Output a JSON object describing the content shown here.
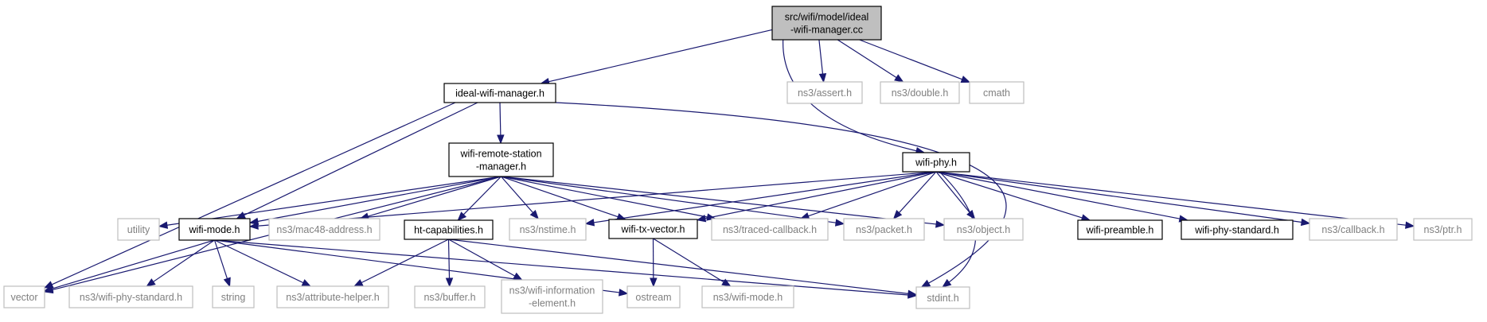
{
  "colors": {
    "edge": "#191970",
    "root_fill": "#bfbfbf",
    "root_border": "#000000",
    "documented_border": "#000000",
    "external_border": "#bfbfbf",
    "external_text": "#808080",
    "text": "#000000",
    "background": "#ffffff"
  },
  "graph": {
    "nodes": [
      {
        "id": "root",
        "kind": "root",
        "lines": [
          "src/wifi/model/ideal",
          "-wifi-manager.cc"
        ]
      },
      {
        "id": "ideal_mgr",
        "kind": "documented",
        "lines": [
          "ideal-wifi-manager.h"
        ]
      },
      {
        "id": "assert",
        "kind": "external",
        "lines": [
          "ns3/assert.h"
        ]
      },
      {
        "id": "double",
        "kind": "external",
        "lines": [
          "ns3/double.h"
        ]
      },
      {
        "id": "cmath",
        "kind": "external",
        "lines": [
          "cmath"
        ]
      },
      {
        "id": "wrsm",
        "kind": "documented",
        "lines": [
          "wifi-remote-station",
          "-manager.h"
        ]
      },
      {
        "id": "wifi_phy",
        "kind": "documented",
        "lines": [
          "wifi-phy.h"
        ]
      },
      {
        "id": "utility",
        "kind": "external",
        "lines": [
          "utility"
        ]
      },
      {
        "id": "wifi_mode",
        "kind": "documented",
        "lines": [
          "wifi-mode.h"
        ]
      },
      {
        "id": "mac48",
        "kind": "external",
        "lines": [
          "ns3/mac48-address.h"
        ]
      },
      {
        "id": "htcap",
        "kind": "documented",
        "lines": [
          "ht-capabilities.h"
        ]
      },
      {
        "id": "nstime",
        "kind": "external",
        "lines": [
          "ns3/nstime.h"
        ]
      },
      {
        "id": "txvec",
        "kind": "documented",
        "lines": [
          "wifi-tx-vector.h"
        ]
      },
      {
        "id": "traced",
        "kind": "external",
        "lines": [
          "ns3/traced-callback.h"
        ]
      },
      {
        "id": "packet",
        "kind": "external",
        "lines": [
          "ns3/packet.h"
        ]
      },
      {
        "id": "object",
        "kind": "external",
        "lines": [
          "ns3/object.h"
        ]
      },
      {
        "id": "preamble",
        "kind": "documented",
        "lines": [
          "wifi-preamble.h"
        ]
      },
      {
        "id": "phystd",
        "kind": "documented",
        "lines": [
          "wifi-phy-standard.h"
        ]
      },
      {
        "id": "callback",
        "kind": "external",
        "lines": [
          "ns3/callback.h"
        ]
      },
      {
        "id": "ptr",
        "kind": "external",
        "lines": [
          "ns3/ptr.h"
        ]
      },
      {
        "id": "vector",
        "kind": "external",
        "lines": [
          "vector"
        ]
      },
      {
        "id": "ns3phystd",
        "kind": "external",
        "lines": [
          "ns3/wifi-phy-standard.h"
        ]
      },
      {
        "id": "string",
        "kind": "external",
        "lines": [
          "string"
        ]
      },
      {
        "id": "attr",
        "kind": "external",
        "lines": [
          "ns3/attribute-helper.h"
        ]
      },
      {
        "id": "buffer",
        "kind": "external",
        "lines": [
          "ns3/buffer.h"
        ]
      },
      {
        "id": "infoel",
        "kind": "external",
        "lines": [
          "ns3/wifi-information",
          "-element.h"
        ]
      },
      {
        "id": "ostream",
        "kind": "external",
        "lines": [
          "ostream"
        ]
      },
      {
        "id": "ns3wmode",
        "kind": "external",
        "lines": [
          "ns3/wifi-mode.h"
        ]
      },
      {
        "id": "stdint",
        "kind": "external",
        "lines": [
          "stdint.h"
        ]
      }
    ],
    "edges": [
      [
        "root",
        "ideal_mgr"
      ],
      [
        "root",
        "assert"
      ],
      [
        "root",
        "double"
      ],
      [
        "root",
        "cmath"
      ],
      [
        "root",
        "wifi_phy"
      ],
      [
        "ideal_mgr",
        "wrsm"
      ],
      [
        "ideal_mgr",
        "vector"
      ],
      [
        "ideal_mgr",
        "wifi_mode"
      ],
      [
        "ideal_mgr",
        "stdint"
      ],
      [
        "wrsm",
        "vector"
      ],
      [
        "wrsm",
        "utility"
      ],
      [
        "wrsm",
        "wifi_mode"
      ],
      [
        "wrsm",
        "mac48"
      ],
      [
        "wrsm",
        "htcap"
      ],
      [
        "wrsm",
        "nstime"
      ],
      [
        "wrsm",
        "txvec"
      ],
      [
        "wrsm",
        "traced"
      ],
      [
        "wrsm",
        "packet"
      ],
      [
        "wrsm",
        "object"
      ],
      [
        "wifi_phy",
        "wifi_mode"
      ],
      [
        "wifi_phy",
        "nstime"
      ],
      [
        "wifi_phy",
        "txvec"
      ],
      [
        "wifi_phy",
        "traced"
      ],
      [
        "wifi_phy",
        "packet"
      ],
      [
        "wifi_phy",
        "object"
      ],
      [
        "wifi_phy",
        "preamble"
      ],
      [
        "wifi_phy",
        "phystd"
      ],
      [
        "wifi_phy",
        "callback"
      ],
      [
        "wifi_phy",
        "ptr"
      ],
      [
        "wifi_phy",
        "stdint"
      ],
      [
        "wifi_mode",
        "vector"
      ],
      [
        "wifi_mode",
        "ns3phystd"
      ],
      [
        "wifi_mode",
        "string"
      ],
      [
        "wifi_mode",
        "attr"
      ],
      [
        "wifi_mode",
        "ostream"
      ],
      [
        "wifi_mode",
        "stdint"
      ],
      [
        "htcap",
        "attr"
      ],
      [
        "htcap",
        "buffer"
      ],
      [
        "htcap",
        "infoel"
      ],
      [
        "htcap",
        "stdint"
      ],
      [
        "txvec",
        "ostream"
      ],
      [
        "txvec",
        "ns3wmode"
      ]
    ]
  }
}
